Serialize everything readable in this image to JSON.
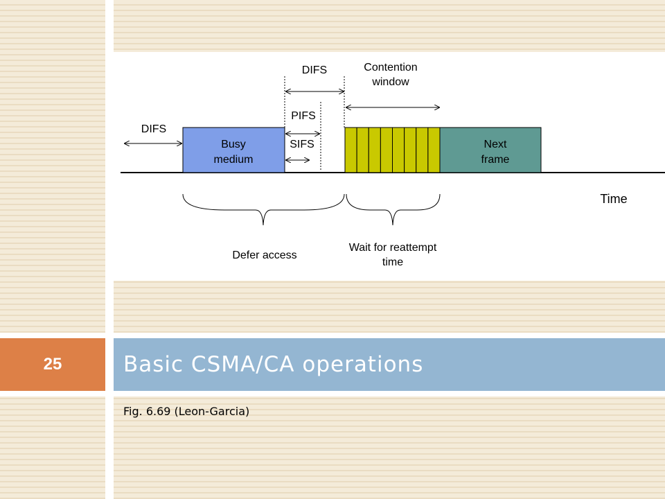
{
  "slide": {
    "number": "25",
    "title": "Basic CSMA/CA operations",
    "caption": "Fig. 6.69 (Leon-Garcia)"
  },
  "diagram": {
    "labels": {
      "difs_left": "DIFS",
      "difs_top": "DIFS",
      "contention_line1": "Contention",
      "contention_line2": "window",
      "pifs": "PIFS",
      "sifs": "SIFS",
      "busy_line1": "Busy",
      "busy_line2": "medium",
      "next_line1": "Next",
      "next_line2": "frame",
      "time": "Time",
      "defer": "Defer access",
      "wait_line1": "Wait for reattempt",
      "wait_line2": "time"
    },
    "colors": {
      "busy_fill": "#7f9ee8",
      "contention_fill": "#c9c900",
      "next_fill": "#5f9a93",
      "title_band": "#94b6d2",
      "number_box": "#dd8047"
    },
    "contention_slots": 8
  }
}
